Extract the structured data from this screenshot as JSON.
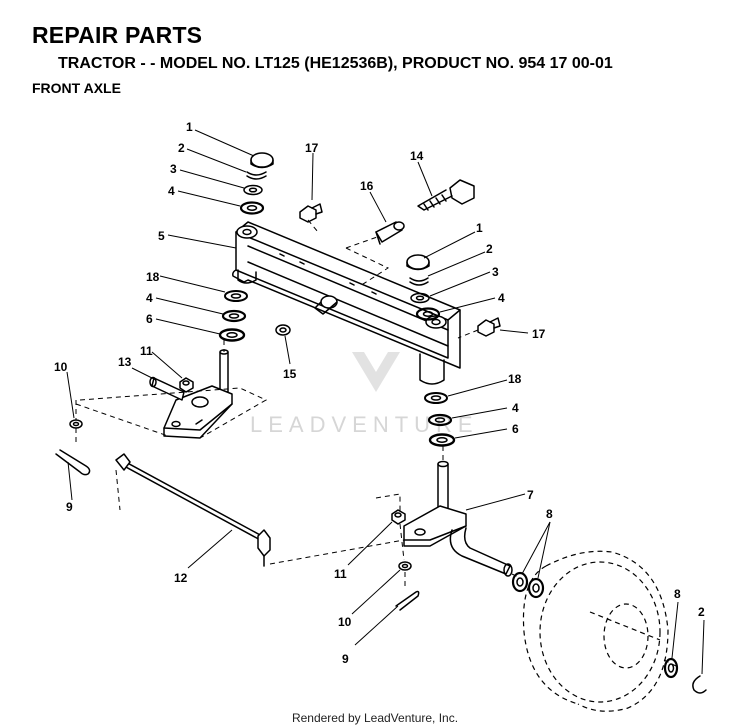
{
  "header": {
    "title": "REPAIR PARTS",
    "subtitle": "TRACTOR - - MODEL NO. LT125 (HE12536B),  PRODUCT NO. 954 17 00-01",
    "section": "FRONT AXLE"
  },
  "watermark": "LEADVENTURE",
  "footer": "Rendered by LeadVenture, Inc.",
  "callouts": {
    "c1a": "1",
    "c2a": "2",
    "c3a": "3",
    "c4a": "4",
    "c5": "5",
    "c18a": "18",
    "c4b": "4",
    "c6a": "6",
    "c17a": "17",
    "c16": "16",
    "c14": "14",
    "c1b": "1",
    "c2b": "2",
    "c3b": "3",
    "c4c": "4",
    "c17b": "17",
    "c15": "15",
    "c18b": "18",
    "c4d": "4",
    "c6b": "6",
    "c10a": "10",
    "c13": "13",
    "c11a": "11",
    "c9a": "9",
    "c12": "12",
    "c7": "7",
    "c8a": "8",
    "c11b": "11",
    "c10b": "10",
    "c9b": "9",
    "c8b": "8",
    "c2c": "2"
  }
}
